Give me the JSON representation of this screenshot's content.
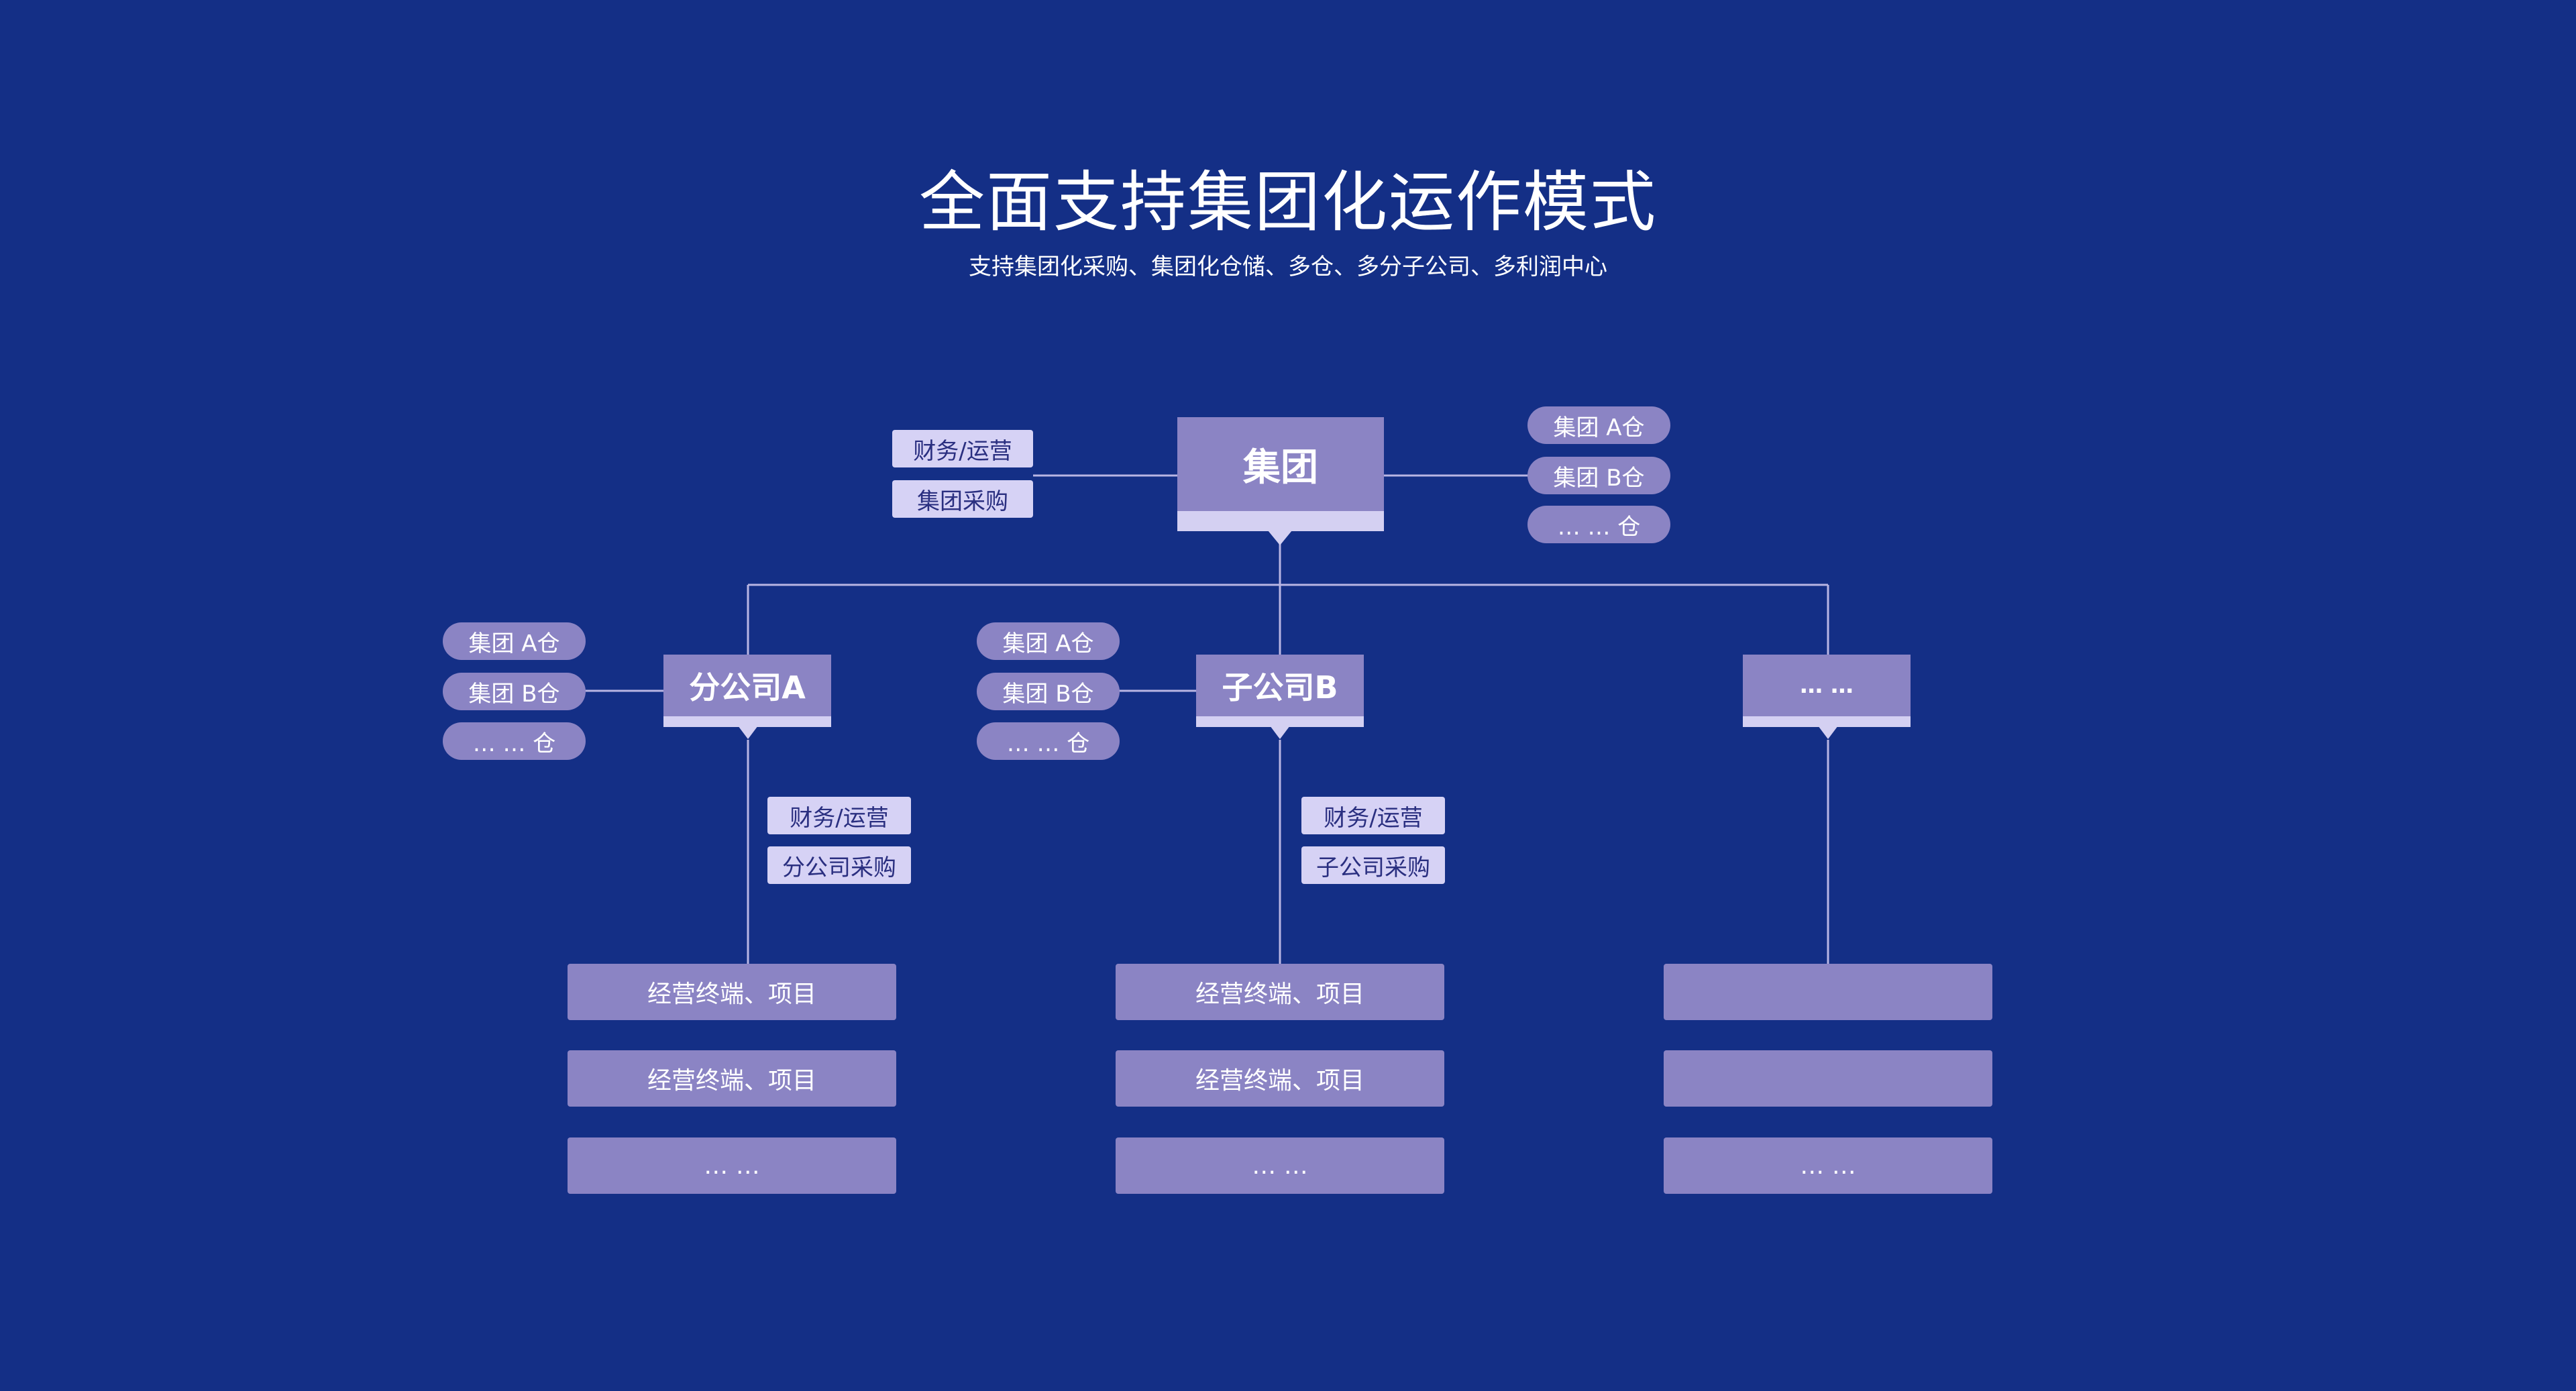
{
  "header": {
    "title": "全面支持集团化运作模式",
    "subtitle": "支持集团化采购、集团化仓储、多仓、多分子公司、多利润中心"
  },
  "group": {
    "label": "集团",
    "tags": [
      "财务/运营",
      "集团采购"
    ],
    "warehouses": [
      "集团 A仓",
      "集团 B仓",
      "… … 仓"
    ]
  },
  "branch_a": {
    "label": "分公司A",
    "warehouses": [
      "集团 A仓",
      "集团 B仓",
      "… … 仓"
    ],
    "tags": [
      "财务/运营",
      "分公司采购"
    ],
    "terminals": [
      "经营终端、项目",
      "经营终端、项目",
      "… …"
    ]
  },
  "sub_b": {
    "label": "子公司B",
    "warehouses": [
      "集团 A仓",
      "集团 B仓",
      "… … 仓"
    ],
    "tags": [
      "财务/运营",
      "子公司采购"
    ],
    "terminals": [
      "经营终端、项目",
      "经营终端、项目",
      "… …"
    ]
  },
  "more": {
    "label": "… …",
    "terminals": [
      "",
      "",
      "… …"
    ]
  },
  "colors": {
    "background": "#142f86",
    "node": "#8b84c4",
    "node_strip": "#d4d0f2",
    "tag": "#d6d2f5",
    "tag_text": "#2a2f80",
    "line": "#b9b5e3"
  }
}
